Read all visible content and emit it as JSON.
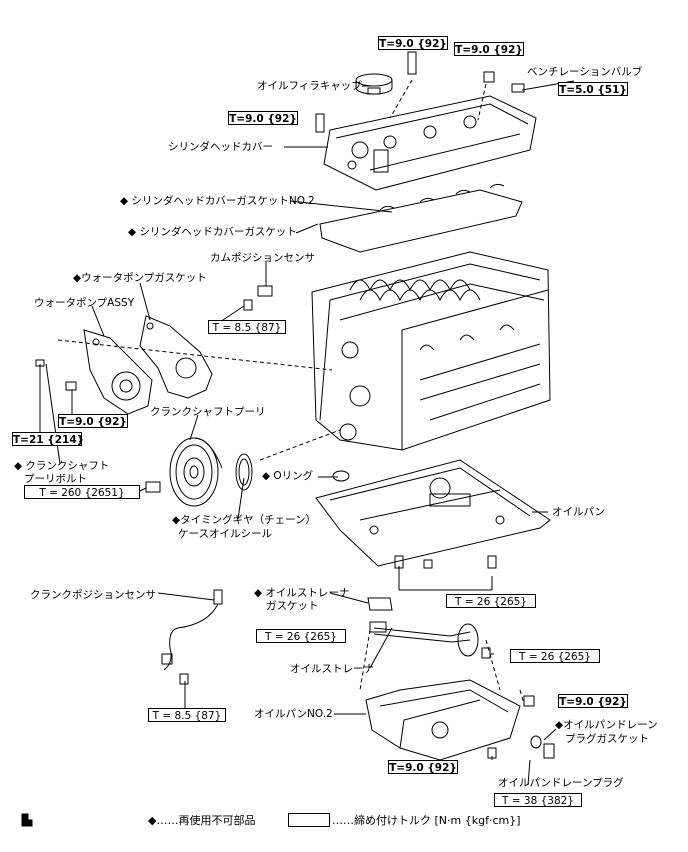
{
  "labels": {
    "oil_filler_cap": "オイルフィラキャップ",
    "ventilation_valve": "ベンチレーションバルブ",
    "cyl_head_cover": "シリンダヘッドカバー",
    "gasket_no2": "◆ シリンダヘッドカバーガスケットNO.2",
    "gasket": "◆ シリンダヘッドカバーガスケット",
    "cam_sensor": "カムポジションセンサ",
    "wp_gasket": "◆ウォータポンプガスケット",
    "wp_assy": "ウォータポンプASSY",
    "crank_pulley": "クランクシャフトプーリ",
    "crank_bolt_1": "◆ クランクシャフト",
    "crank_bolt_2": "プーリボルト",
    "o_ring": "◆ Oリング",
    "oil_pan": "オイルパン",
    "timing_seal_1": "◆タイミングギヤ（チェーン）",
    "timing_seal_2": "ケースオイルシール",
    "crank_sensor": "クランクポジションセンサ",
    "strainer_gasket_1": "◆ オイルストレーナ",
    "strainer_gasket_2": "ガスケット",
    "oil_strainer": "オイルストレーナ",
    "oil_pan_no2": "オイルパンNO.2",
    "drain_gasket_1": "◆オイルパンドレーン",
    "drain_gasket_2": "プラグガスケット",
    "drain_plug": "オイルパンドレーンプラグ"
  },
  "torques": {
    "t_top_bolt": "T=9.0 {92}",
    "t_top_nut": "T=9.0 {92}",
    "t_vent": "T=5.0 {51}",
    "t_cover_left": "T=9.0 {92}",
    "t_cam": "T = 8.5 {87}",
    "t_wp": "T=9.0 {92}",
    "t_wp_long": "T=21 {214}",
    "t_crank": "T = 260 {2651}",
    "t_pan": "T = 26 {265}",
    "t_strainer_left": "T = 26 {265}",
    "t_strainer_right": "T = 26 {265}",
    "t_crank_sensor": "T = 8.5 {87}",
    "t_pan2_right": "T=9.0 {92}",
    "t_pan2_bottom": "T=9.0 {92}",
    "t_drain": "T = 38 {382}"
  },
  "legend": {
    "non_reusable": "◆……再使用不可部品",
    "torque_unit": "……締め付けトルク [N·m {kgf·cm}]"
  }
}
